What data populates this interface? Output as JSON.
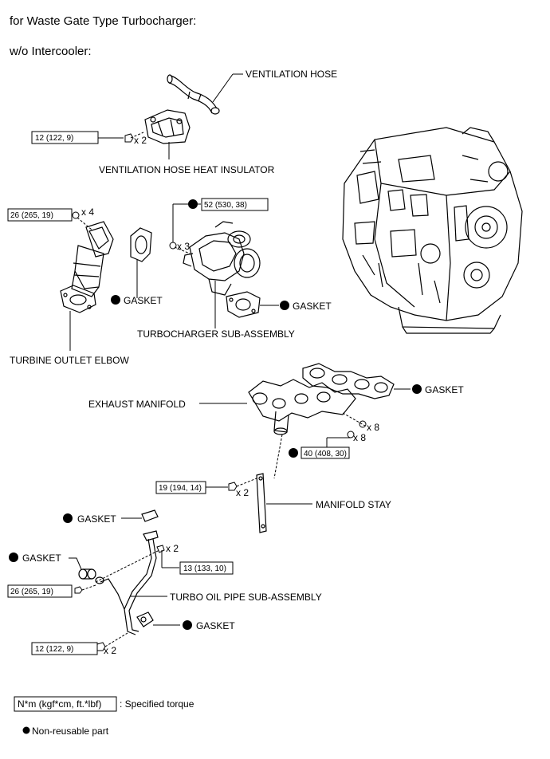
{
  "header": {
    "line1": "for Waste Gate Type Turbocharger:",
    "line2": "w/o Intercooler:"
  },
  "labels": {
    "ventilation_hose": "VENTILATION HOSE",
    "ventilation_hose_heat_insulator": "VENTILATION HOSE HEAT INSULATOR",
    "gasket_elbow": "GASKET",
    "gasket_turbo": "GASKET",
    "turbocharger_sub_assembly": "TURBOCHARGER SUB-ASSEMBLY",
    "turbine_outlet_elbow": "TURBINE OUTLET ELBOW",
    "exhaust_manifold": "EXHAUST MANIFOLD",
    "gasket_manifold": "GASKET",
    "manifold_stay": "MANIFOLD STAY",
    "gasket_oil_top": "GASKET",
    "gasket_oil_left": "GASKET",
    "turbo_oil_pipe_sub_assembly": "TURBO OIL PIPE SUB-ASSEMBLY",
    "gasket_oil_bottom": "GASKET"
  },
  "torques": {
    "insulator_bolt": "12 (122, 9)",
    "elbow_nut": "26 (265, 19)",
    "turbo_nut": "52 (530, 38)",
    "manifold_nut": "40 (408, 30)",
    "stay_bolt": "19 (194, 14)",
    "oil_pipe_top": "13 (133, 10)",
    "oil_pipe_union": "26 (265, 19)",
    "oil_pipe_bottom": "12 (122, 9)"
  },
  "quantities": {
    "insulator_bolt": "x 2",
    "elbow_nut": "x 4",
    "turbo_nut": "x 3",
    "manifold_nut_a": "x 8",
    "manifold_nut_b": "x 8",
    "stay_bolt": "x 2",
    "oil_pipe_top": "x 2",
    "oil_pipe_bottom": "x 2"
  },
  "legend": {
    "torque_box": "N*m (kgf*cm, ft.*lbf)",
    "torque_text": ": Specified torque",
    "nonreusable_text": "Non-reusable part"
  },
  "colors": {
    "ink": "#000000",
    "background": "#ffffff"
  }
}
